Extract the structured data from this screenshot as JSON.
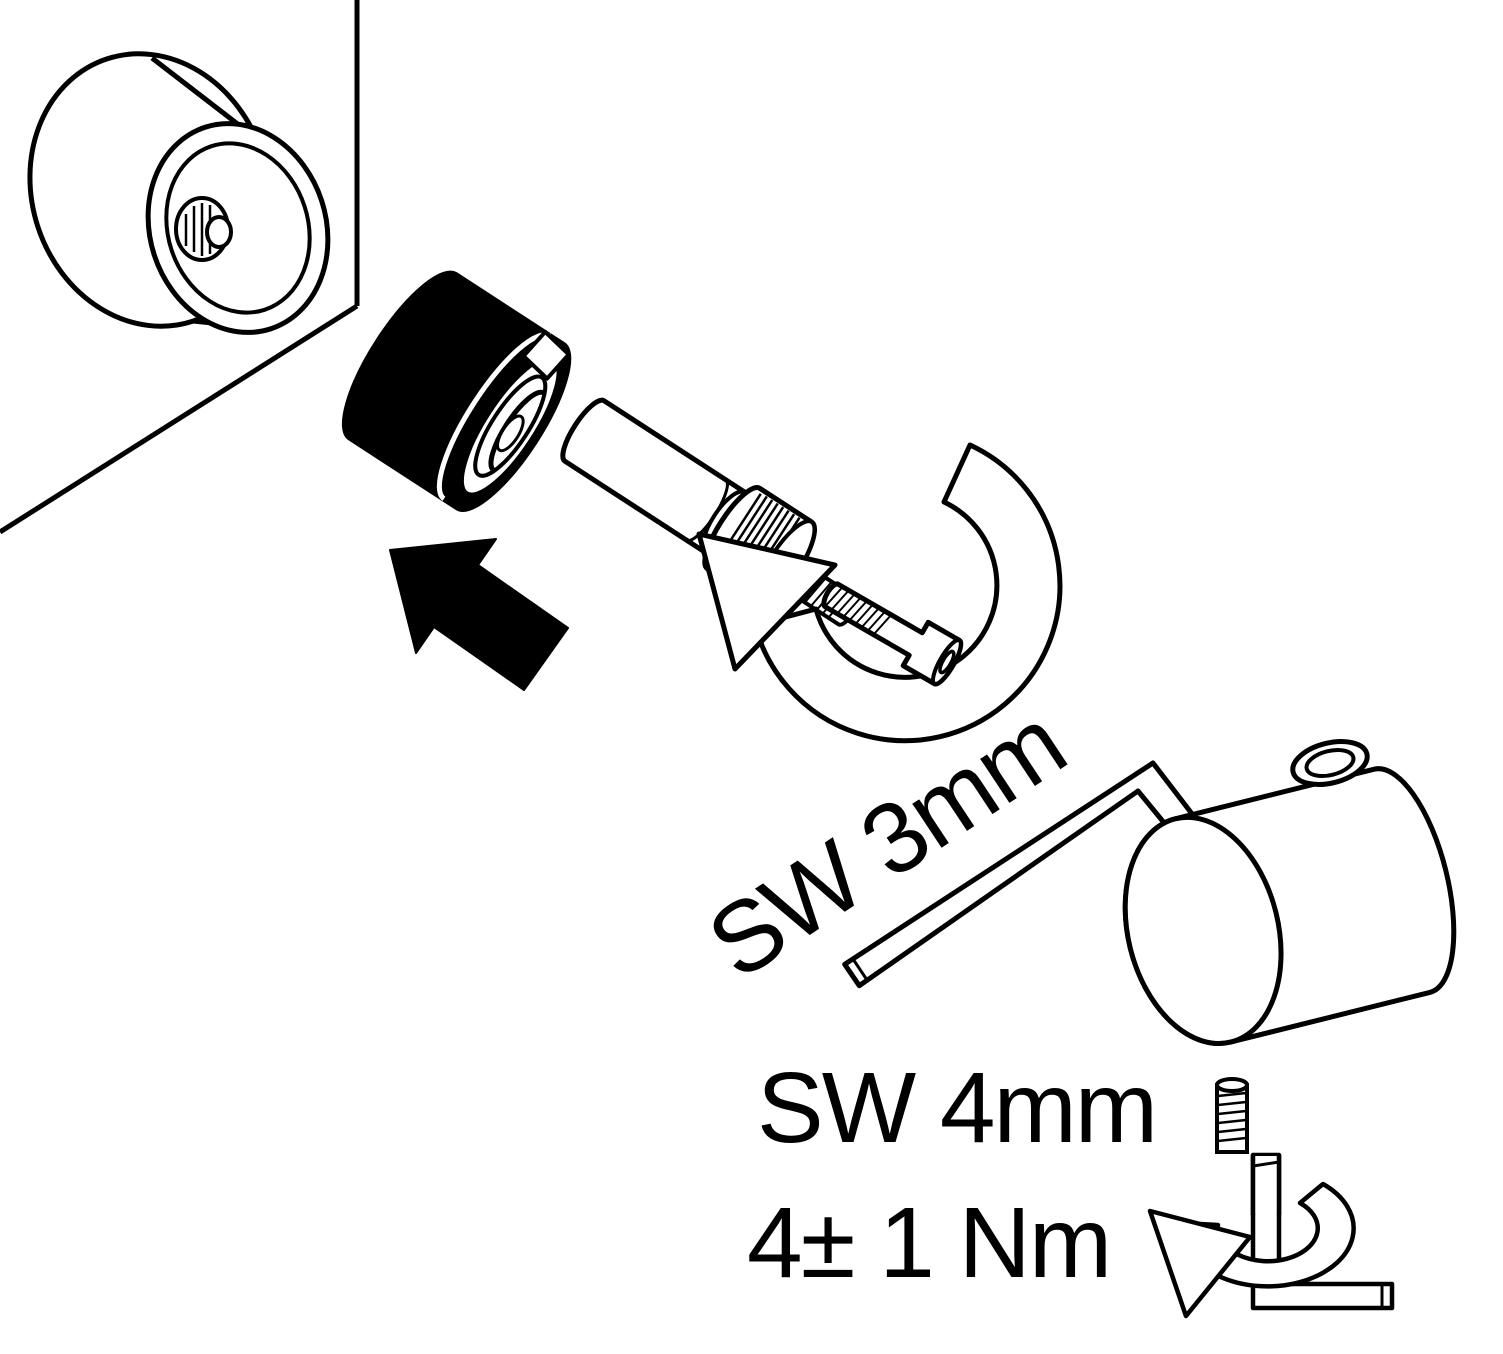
{
  "diagram": {
    "kind": "installation-instruction-step",
    "colors": {
      "line": "#000000",
      "fill": "#ffffff",
      "solid_part": "#000000"
    },
    "labels": {
      "hex_key_size": "SW 3mm",
      "wrench_size": "SW 4mm",
      "torque": "4± 1 Nm"
    }
  }
}
